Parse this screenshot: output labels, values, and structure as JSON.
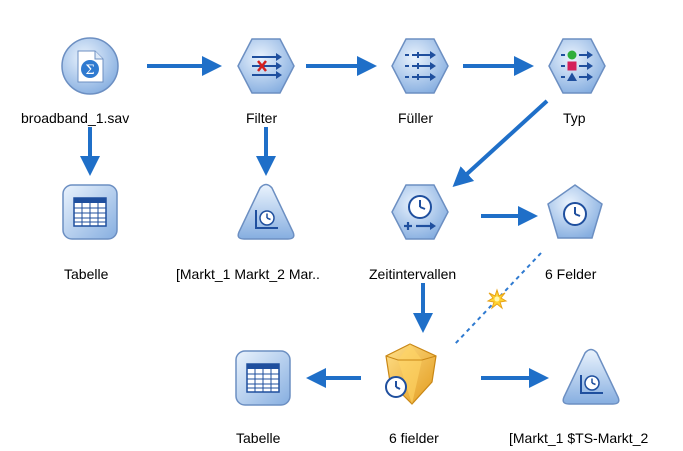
{
  "stream": {
    "colors": {
      "arrow": "#1f6fc8",
      "node_fill_light": "#cde2f8",
      "node_fill_dark": "#7fa9dc",
      "node_stroke": "#6c8fc2",
      "model_gold_light": "#ffd566",
      "model_gold_dark": "#e29a1c"
    },
    "nodes": [
      {
        "id": "source",
        "label": "broadband_1.sav",
        "icon": "statistics-file-source-icon"
      },
      {
        "id": "filter",
        "label": "Filter",
        "icon": "filter-icon"
      },
      {
        "id": "filler",
        "label": "Füller",
        "icon": "filler-icon"
      },
      {
        "id": "type",
        "label": "Typ",
        "icon": "type-icon"
      },
      {
        "id": "table1",
        "label": "Tabelle",
        "icon": "table-icon"
      },
      {
        "id": "timeplot1",
        "label": "[Markt_1 Markt_2 Mar..",
        "icon": "time-plot-icon"
      },
      {
        "id": "timeintervals",
        "label": "Zeitintervallen",
        "icon": "time-intervals-icon"
      },
      {
        "id": "timeseries",
        "label": "6 Felder",
        "icon": "time-series-modeling-icon"
      },
      {
        "id": "table2",
        "label": "Tabelle",
        "icon": "table-icon"
      },
      {
        "id": "model",
        "label": "6 fielder",
        "icon": "model-nugget-icon"
      },
      {
        "id": "timeplot2",
        "label": "[Markt_1 $TS-Markt_2",
        "icon": "time-plot-icon"
      }
    ]
  }
}
